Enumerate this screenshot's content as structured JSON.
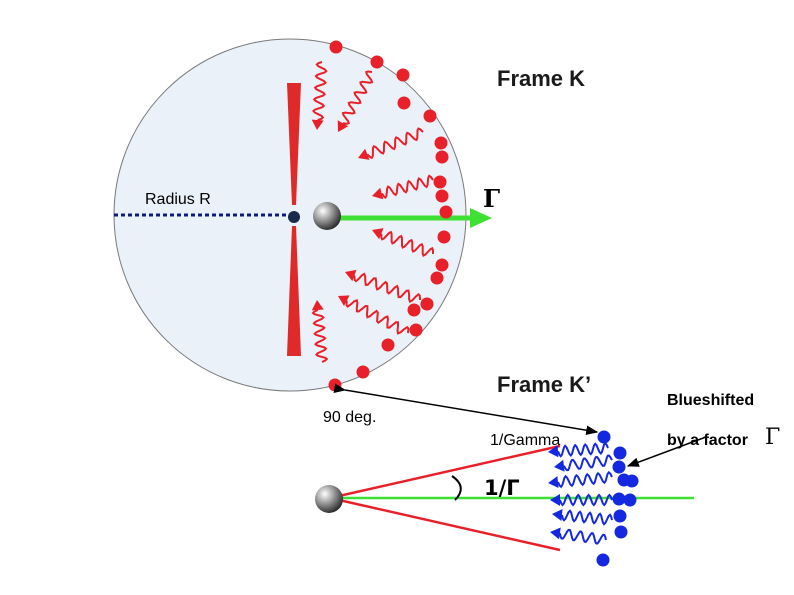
{
  "frame_k": {
    "title": "Frame K",
    "radius_label": "Radius R",
    "gamma_symbol": "Γ"
  },
  "frame_k_prime": {
    "title": "Frame K’",
    "angle_label": "90 deg.",
    "cone_label": "1/Gamma",
    "cone_angle_symbol": "1/Γ",
    "blueshift_line1": "Blueshifted",
    "blueshift_line2": "by a factor",
    "blueshift_symbol": "Γ"
  },
  "colors": {
    "sphere_fill": "#eaf1f8",
    "photon_red": "#e8202a",
    "photon_blue": "#1428e0",
    "velocity_green": "#3ee033",
    "radius_dash": "#0a1a80",
    "mirror_red": "#e02a2a"
  },
  "icons": [
    "source-ball",
    "wavy-arrow",
    "photon-dot",
    "green-arrow"
  ]
}
